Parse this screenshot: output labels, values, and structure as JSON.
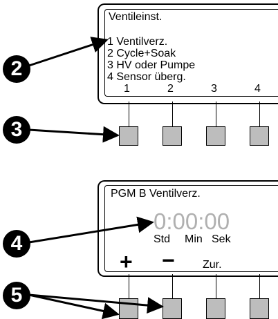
{
  "screen1": {
    "title": "Ventileinst.",
    "menu": [
      "1 Ventilverz.",
      "2 Cycle+Soak",
      "3 HV oder Pumpe",
      "4 Sensor überg."
    ],
    "softkeys": [
      "1",
      "2",
      "3",
      "4"
    ]
  },
  "screen2": {
    "title": "PGM B Ventilverz.",
    "time": "0:00:00",
    "units": {
      "std": "Std",
      "min": "Min",
      "sek": "Sek"
    },
    "softkeys": {
      "plus": "+",
      "minus": "−",
      "back": "Zur."
    }
  },
  "callouts": [
    "2",
    "3",
    "4",
    "5"
  ],
  "colors": {
    "button_fill": "#bdbdbd",
    "time_digits": "#b0b0b0"
  }
}
